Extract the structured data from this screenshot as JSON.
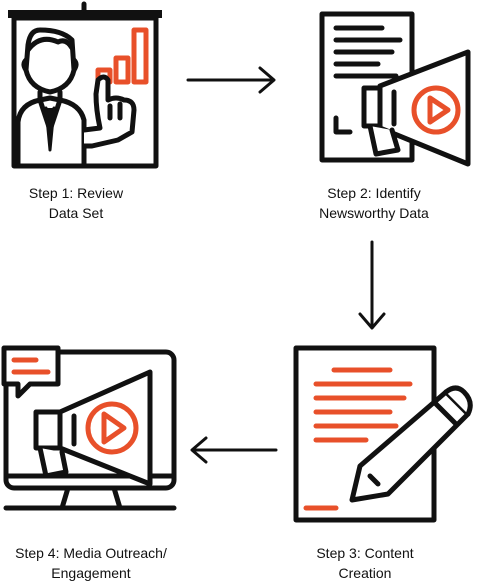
{
  "colors": {
    "stroke": "#111111",
    "accent": "#e8502a",
    "background": "#ffffff"
  },
  "steps": [
    {
      "line1": "Step 1: Review",
      "line2": "Data Set",
      "icon": "presenter-chart-icon"
    },
    {
      "line1": "Step 2: Identify",
      "line2": "Newsworthy Data",
      "icon": "document-megaphone-icon"
    },
    {
      "line1": "Step 3: Content",
      "line2": "Creation",
      "icon": "document-pencil-icon"
    },
    {
      "line1": "Step 4: Media Outreach/",
      "line2": "Engagement",
      "icon": "monitor-megaphone-icon"
    }
  ],
  "arrows": [
    {
      "from": "Step 1",
      "to": "Step 2",
      "direction": "right"
    },
    {
      "from": "Step 2",
      "to": "Step 3",
      "direction": "down"
    },
    {
      "from": "Step 3",
      "to": "Step 4",
      "direction": "left"
    }
  ]
}
